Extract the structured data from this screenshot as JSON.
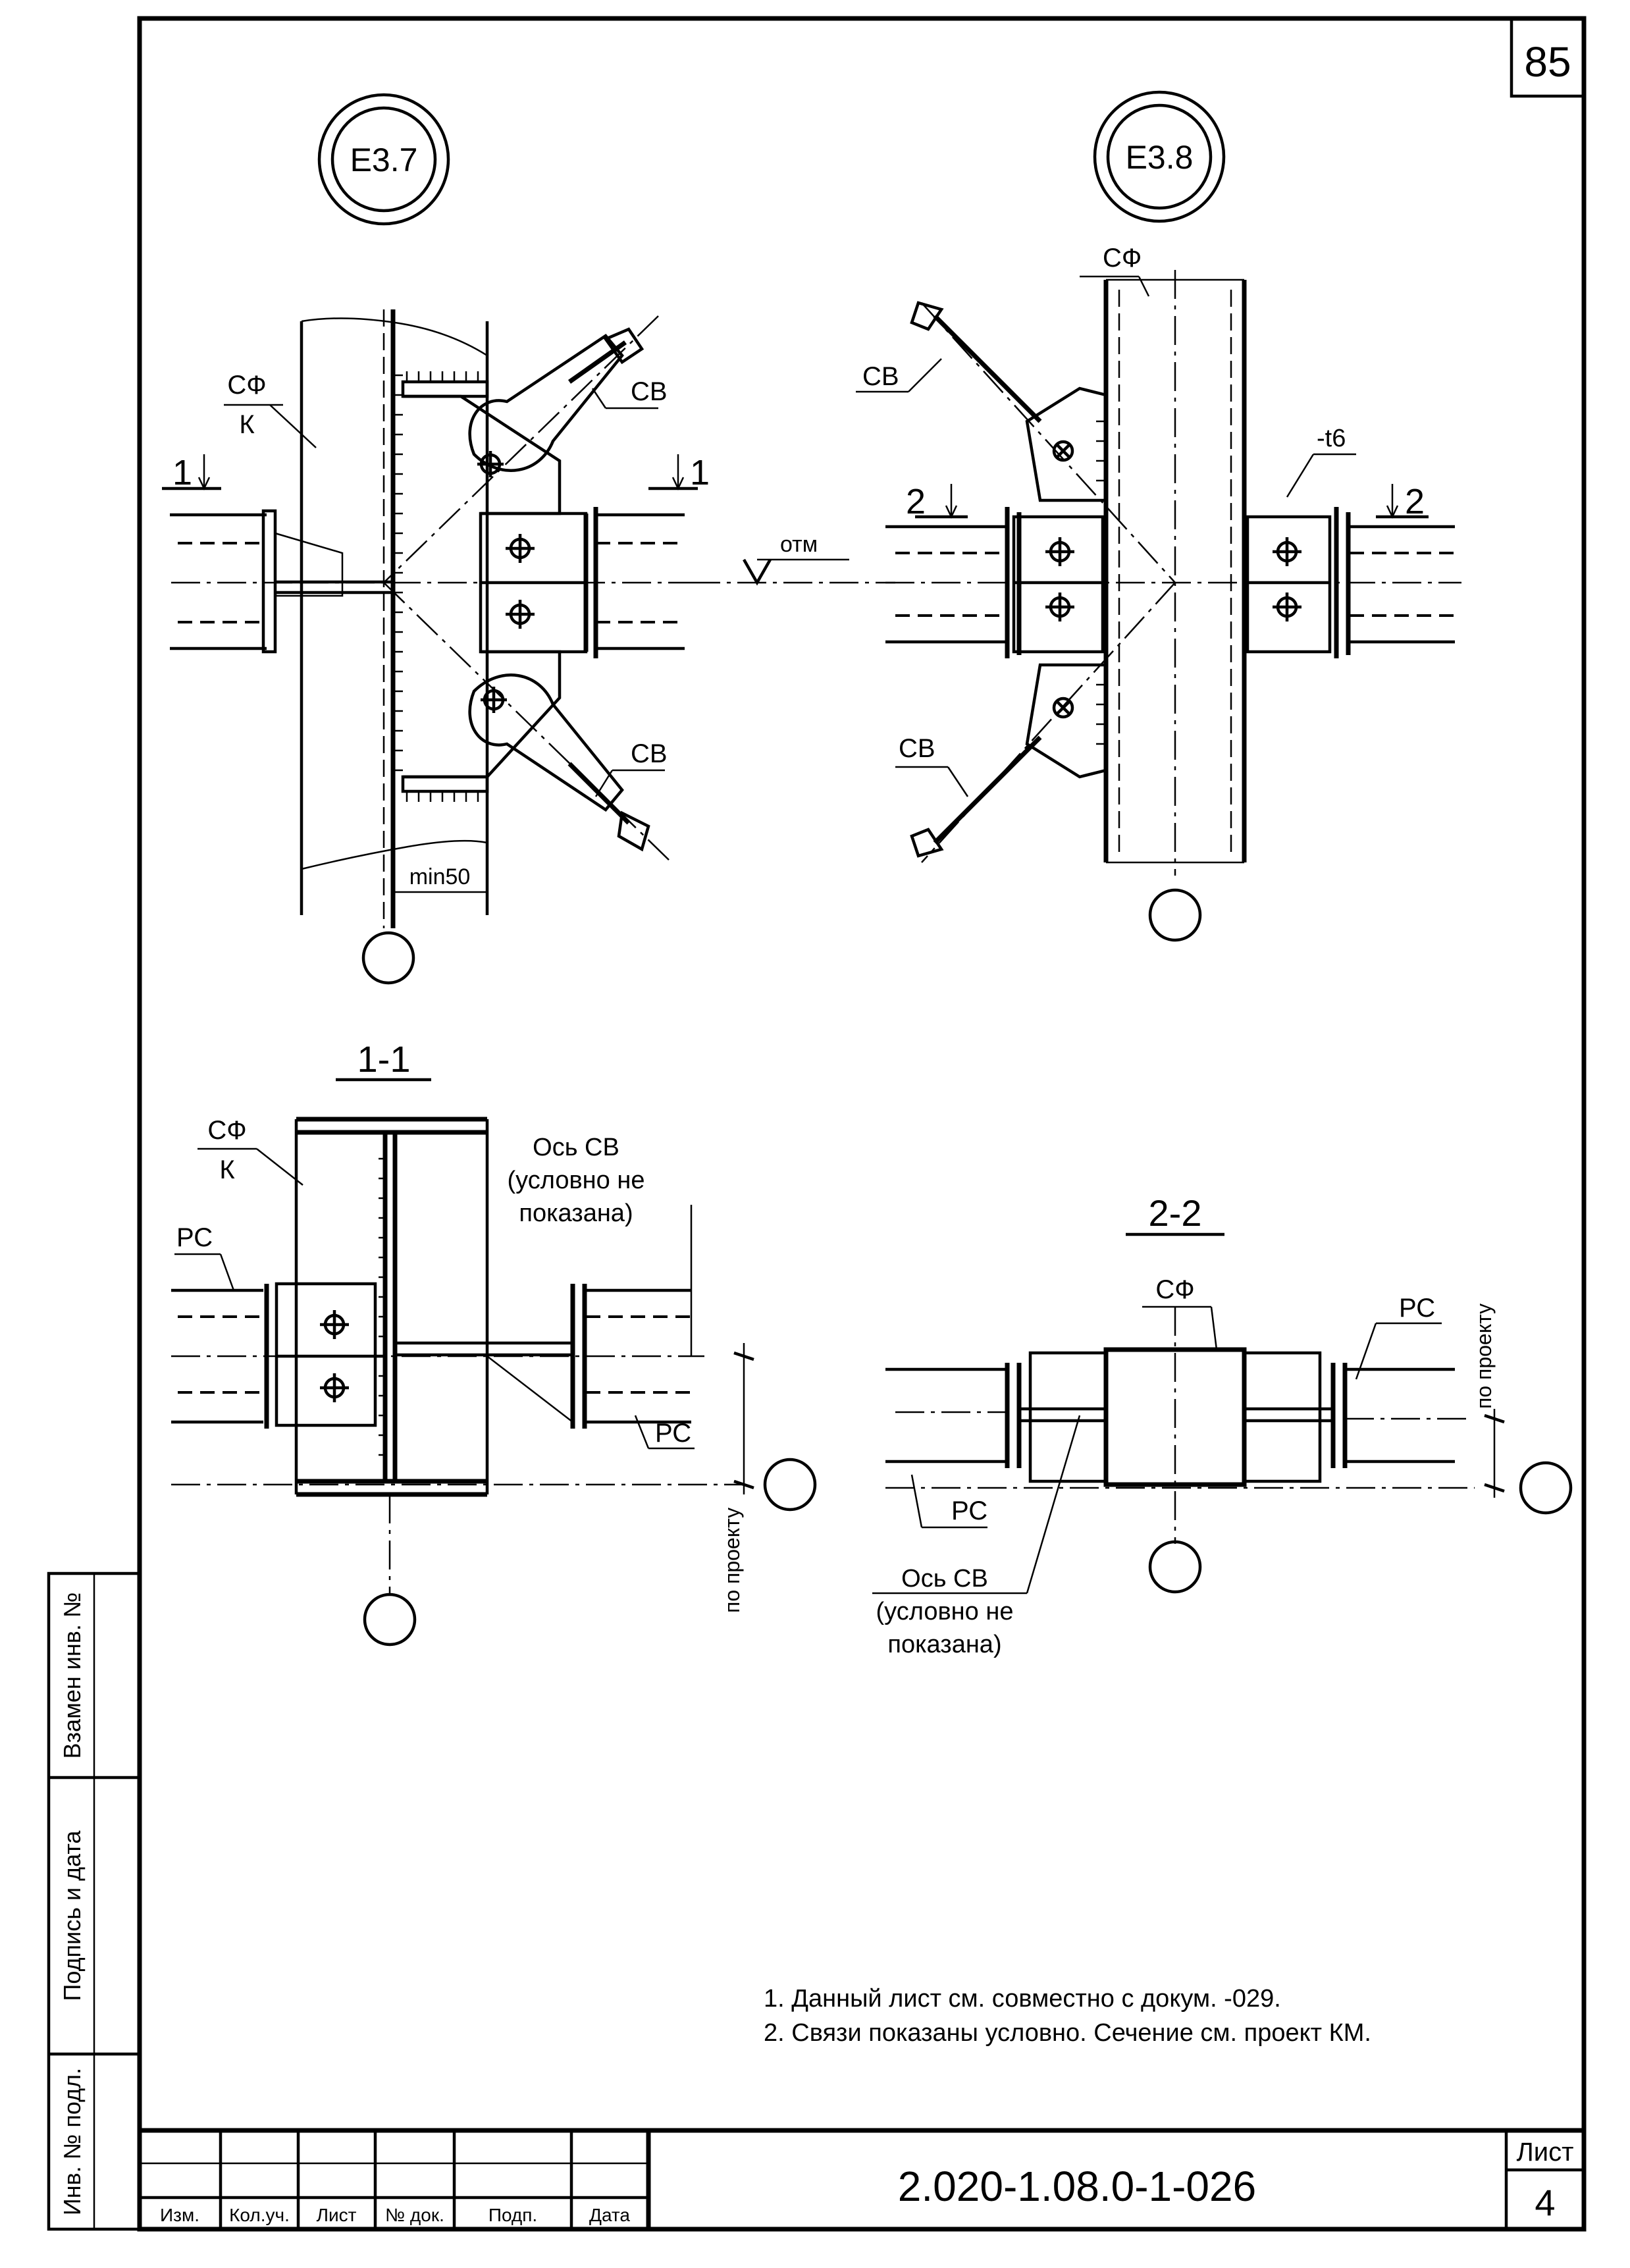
{
  "sheet": {
    "page_number": "85",
    "document_code": "2.020-1.08.0-1-026",
    "sheet_label": "Лист",
    "sheet_number": "4"
  },
  "nodes": {
    "left_marker": "Е3.7",
    "right_marker": "Е3.8"
  },
  "labels": {
    "sf": "СФ",
    "k": "К",
    "sv": "СВ",
    "rs": "РС",
    "otm": "отм",
    "t6": "-t6",
    "min50": "min50",
    "cut1": "1",
    "cut2": "2",
    "po_proektu": "по проекту",
    "os_sv_line1": "Ось СВ",
    "os_sv_line2": "(условно не",
    "os_sv_line3": "показана)"
  },
  "sections": {
    "s1": "1-1",
    "s2": "2-2"
  },
  "notes": [
    "1. Данный лист см. совместно с докум. -029.",
    "2. Связи показаны условно. Сечение см. проект КМ."
  ],
  "stamp_columns": [
    "Изм.",
    "Кол.уч.",
    "Лист",
    "№ док.",
    "Подп.",
    "Дата"
  ],
  "side_stamp": [
    "Взамен инв. №",
    "Подпись и дата",
    "Инв. № подл."
  ]
}
